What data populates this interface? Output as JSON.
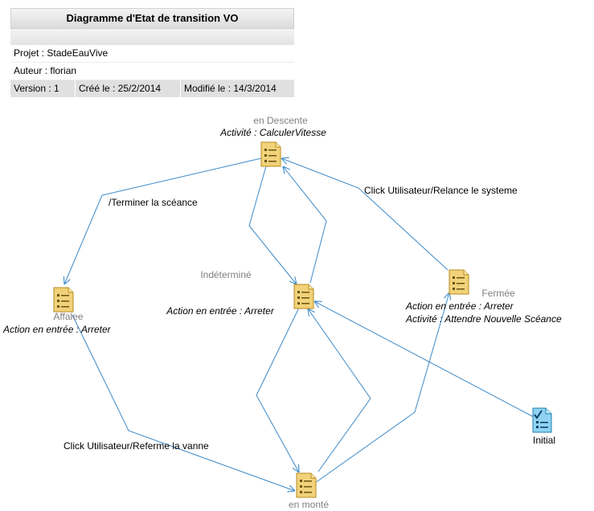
{
  "header": {
    "title": "Diagramme d'Etat de transition VO",
    "project": "Projet : StadeEauVive",
    "author": "Auteur : florian",
    "version": "Version : 1",
    "created": "Créé le : 25/2/2014",
    "modified": "Modifié le : 14/3/2014"
  },
  "states": {
    "descente": {
      "name": "en Descente",
      "activity": "Activité : CalculerVitesse"
    },
    "indetermine": {
      "name": "Indéterminé",
      "entry": "Action en entrée : Arreter"
    },
    "fermee": {
      "name": "Fermée",
      "entry": "Action en entrée : Arreter",
      "activity": "Activité : Attendre Nouvelle Scéance"
    },
    "affalee": {
      "name": "Affalee",
      "entry": "Action en entrée : Arreter"
    },
    "monte": {
      "name": "en monté"
    },
    "initial": {
      "name": "Initial"
    }
  },
  "transitions": {
    "terminer": "/Terminer la scéance",
    "relance": "Click Utilisateur/Relance le systeme",
    "referme": "Click Utilisateur/Referme la vanne"
  },
  "colors": {
    "edge": "#3c8ac9",
    "state_icon": "#e8c25a",
    "initial_icon": "#2fa7d8"
  },
  "icons": {
    "state": "document-state-icon",
    "initial": "initial-state-icon"
  }
}
